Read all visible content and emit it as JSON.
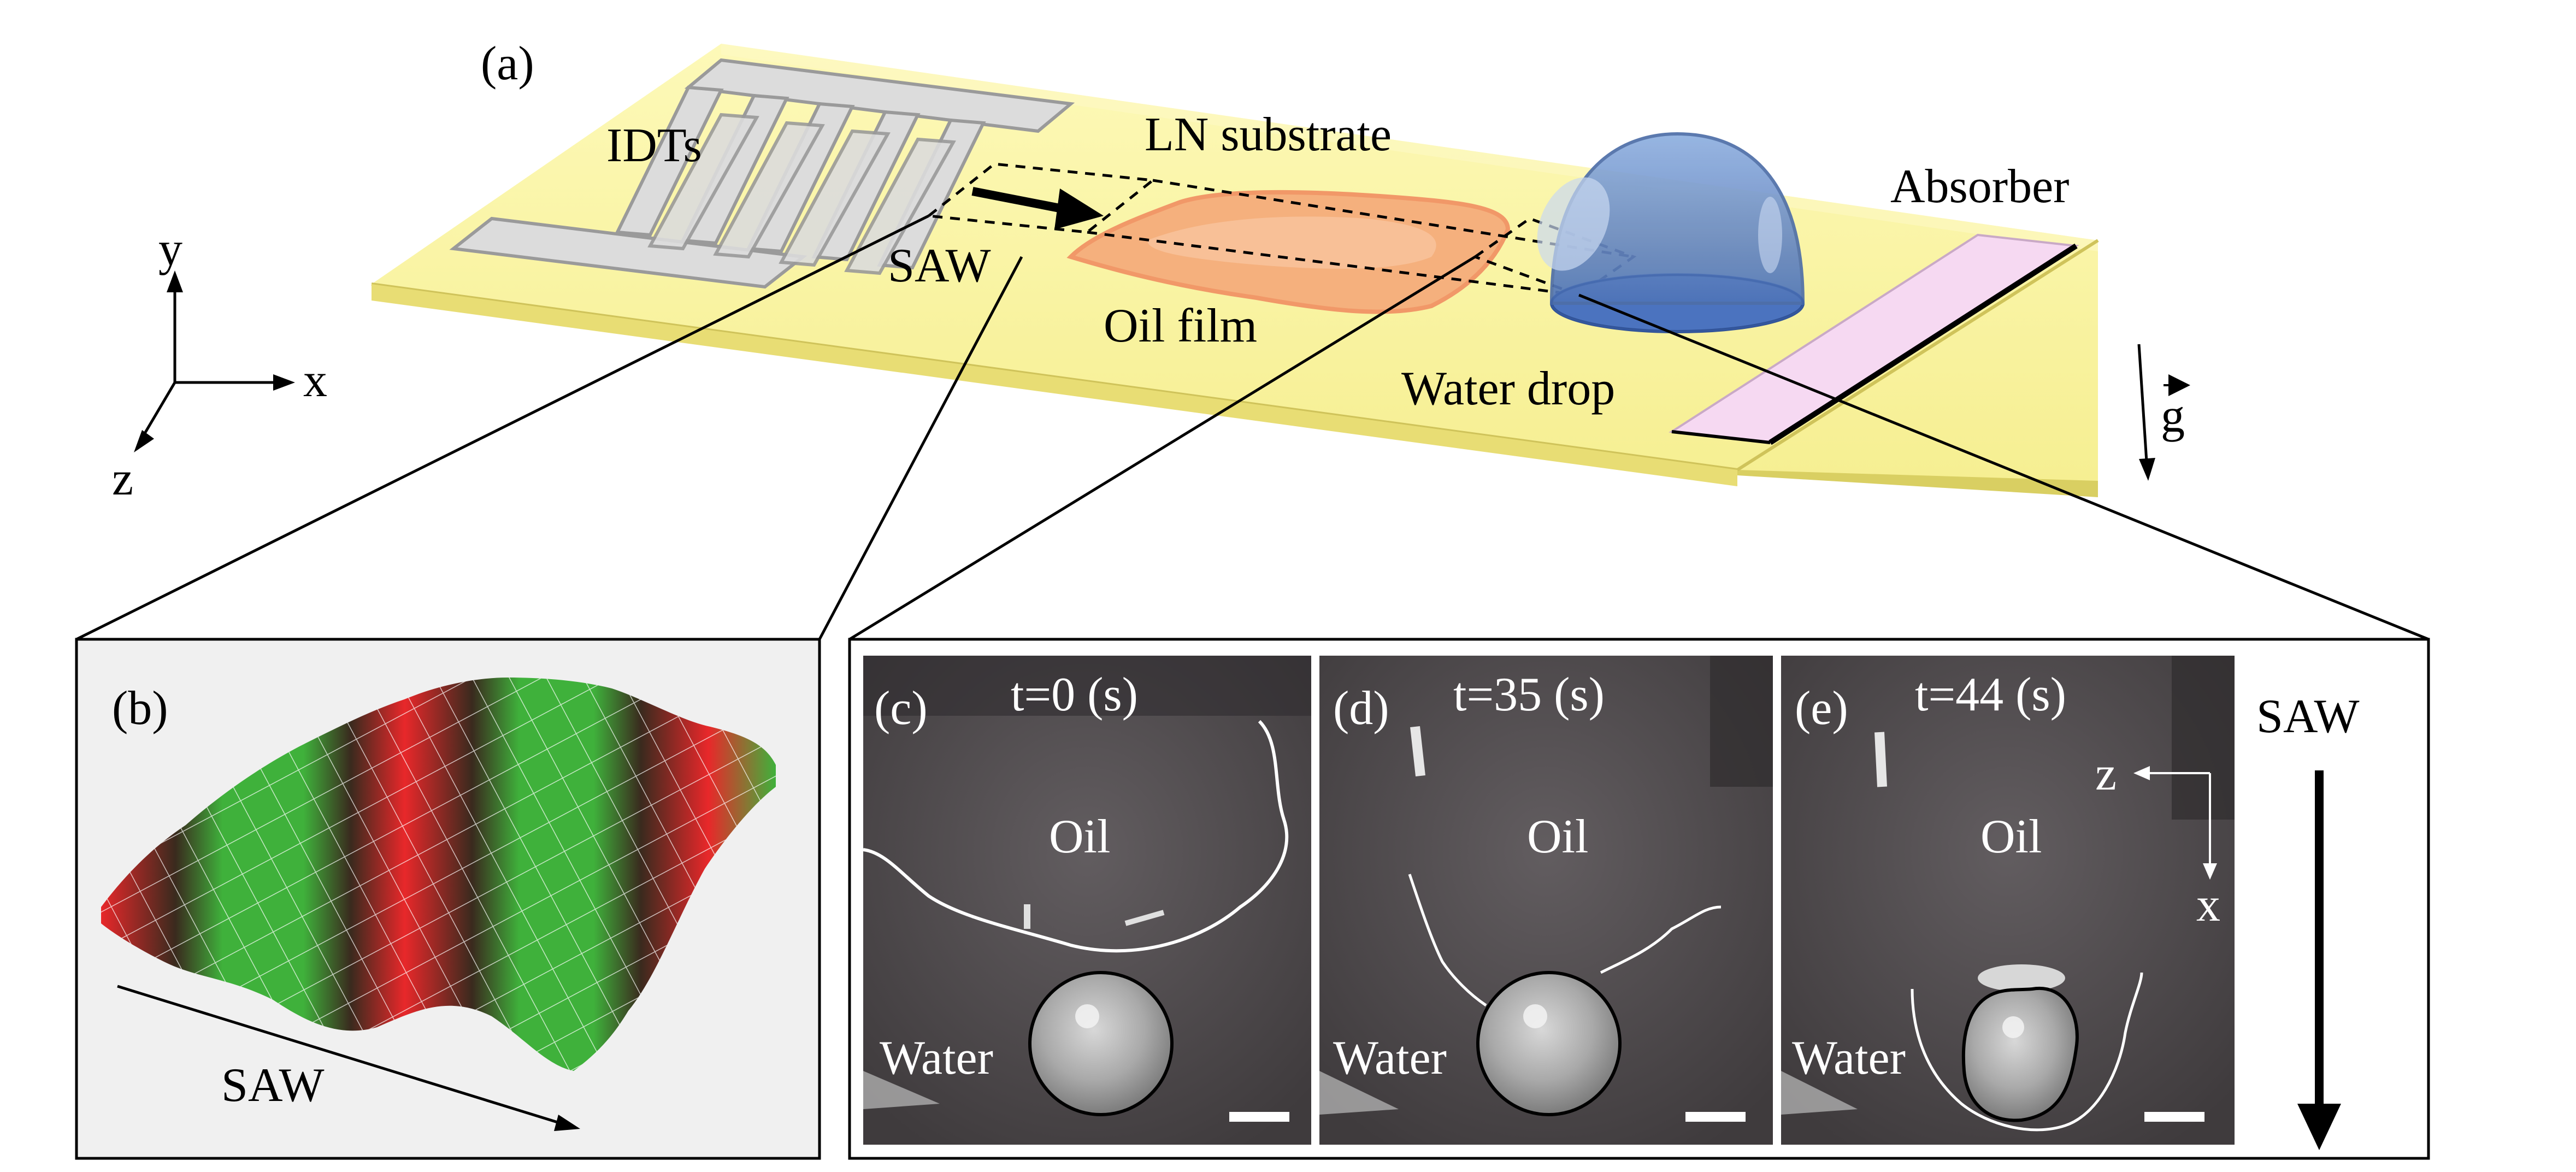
{
  "panel_a": {
    "tag": "(a)",
    "idts": "IDTs",
    "ln_substrate": "LN substrate",
    "saw": "SAW",
    "oil_film": "Oil film",
    "water_drop": "Water drop",
    "absorber": "Absorber",
    "gravity": "g",
    "axis_x": "x",
    "axis_y": "y",
    "axis_z": "z"
  },
  "panel_b": {
    "tag": "(b)",
    "saw": "SAW"
  },
  "panels_cde": [
    {
      "tag": "(c)",
      "time": "t=0 (s)",
      "oil": "Oil",
      "water": "Water"
    },
    {
      "tag": "(d)",
      "time": "t=35 (s)",
      "oil": "Oil",
      "water": "Water"
    },
    {
      "tag": "(e)",
      "time": "t=44 (s)",
      "oil": "Oil",
      "water": "Water"
    }
  ],
  "panel_e_axes": {
    "z": "z",
    "x": "x"
  },
  "saw_right": "SAW",
  "colors": {
    "substrate": "#fbf6a5",
    "oil": "#f6b07c",
    "water": "#6f8fc9",
    "absorber": "#f6d9f2",
    "photo_bg": "#4e4a4c"
  }
}
